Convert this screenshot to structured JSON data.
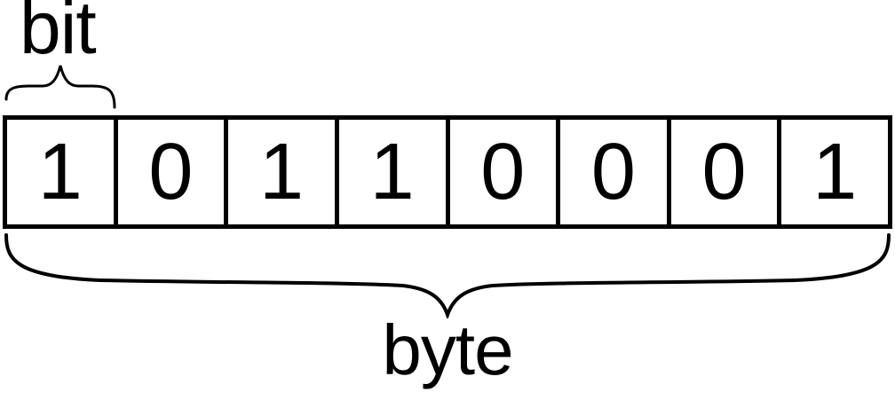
{
  "diagram": {
    "bit_label": "bit",
    "byte_label": "byte",
    "bits": [
      "1",
      "0",
      "1",
      "1",
      "0",
      "0",
      "0",
      "1"
    ],
    "colors": {
      "foreground": "#000000",
      "background": "#ffffff"
    }
  }
}
